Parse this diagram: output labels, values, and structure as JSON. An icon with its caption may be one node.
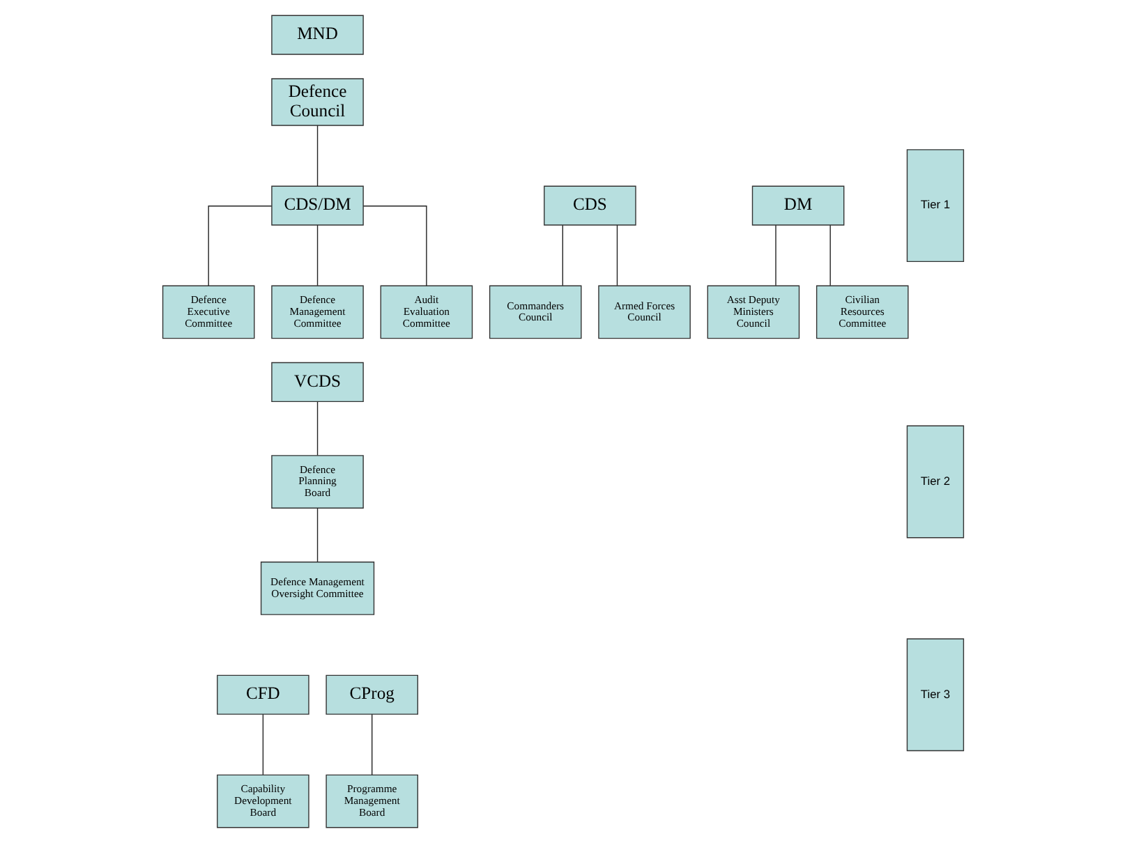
{
  "diagram": {
    "nodes": [
      {
        "text": [
          "MND"
        ]
      },
      {
        "text": [
          "Defence Council"
        ]
      },
      {
        "text": [
          "CDS"
        ]
      },
      {
        "text": [
          "CDS/DM"
        ]
      },
      {
        "text": [
          "DM"
        ]
      },
      {
        "text": [
          "Commanders Council"
        ]
      },
      {
        "text": [
          "Armed Forces Council"
        ]
      },
      {
        "text": [
          "Defence Executive Committee"
        ]
      },
      {
        "text": [
          "Defence Management Committee"
        ]
      },
      {
        "text": [
          "Audit Evaluation Committee"
        ]
      },
      {
        "text": [
          "Asst Deputy Ministers Council"
        ]
      },
      {
        "text": [
          "Civilian Resources Committee"
        ]
      },
      {
        "text": [
          "VCDS"
        ]
      },
      {
        "text": [
          "Defence Planning Board"
        ]
      },
      {
        "text": [
          "Defence Management Oversight Committee"
        ]
      },
      {
        "text": [
          "CFD"
        ]
      },
      {
        "text": [
          "CProg"
        ]
      },
      {
        "text": [
          "Capability Development Board"
        ]
      },
      {
        "text": [
          "Programme Management Board"
        ]
      },
      {
        "text": [
          "Tier 1"
        ]
      },
      {
        "text": [
          "Tier 2"
        ]
      },
      {
        "text": [
          "Tier 3"
        ]
      }
    ],
    "edges": [
      {
        "from": 1,
        "to": 3,
        "arrow": "none"
      },
      {
        "from": 2,
        "to": 5,
        "arrow": "none"
      },
      {
        "from": 2,
        "to": 6,
        "arrow": "none"
      },
      {
        "from": 3,
        "to": 7,
        "arrow": "none"
      },
      {
        "from": 3,
        "to": 8,
        "arrow": "none"
      },
      {
        "from": 3,
        "to": 9,
        "arrow": "none"
      },
      {
        "from": 4,
        "to": 10,
        "arrow": "none"
      },
      {
        "from": 4,
        "to": 11,
        "arrow": "none"
      },
      {
        "from": 12,
        "to": 13,
        "arrow": "none"
      },
      {
        "from": 13,
        "to": 14,
        "arrow": "none"
      },
      {
        "from": 15,
        "to": 17,
        "arrow": "none"
      },
      {
        "from": 16,
        "to": 18,
        "arrow": "none"
      }
    ]
  }
}
